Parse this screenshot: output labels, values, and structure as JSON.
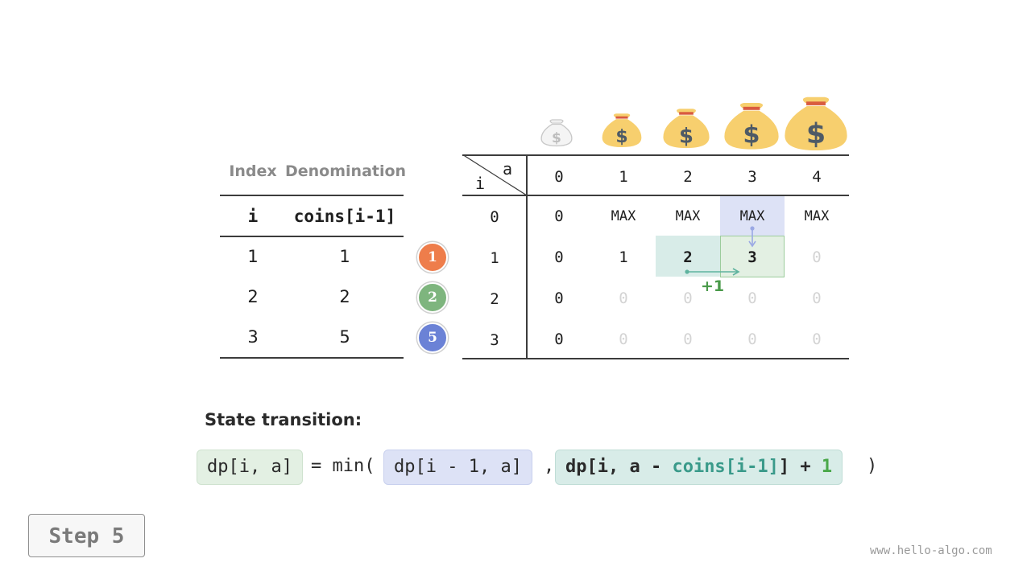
{
  "left_table": {
    "headers": [
      "Index",
      "Denomination"
    ],
    "subheaders": [
      "i",
      "coins[i-1]"
    ],
    "rows": [
      {
        "index": "1",
        "denom": "1"
      },
      {
        "index": "2",
        "denom": "2"
      },
      {
        "index": "3",
        "denom": "5"
      }
    ]
  },
  "coins": [
    {
      "label": "1",
      "color": "#ee7d4b"
    },
    {
      "label": "2",
      "color": "#7eb57e"
    },
    {
      "label": "5",
      "color": "#6b82d6"
    }
  ],
  "dp_table": {
    "corner_col_label": "a",
    "corner_row_label": "i",
    "col_headers": [
      "0",
      "1",
      "2",
      "3",
      "4"
    ],
    "row_headers": [
      "0",
      "1",
      "2",
      "3"
    ],
    "rows": [
      [
        "0",
        "MAX",
        "MAX",
        "MAX",
        "MAX"
      ],
      [
        "0",
        "1",
        "2",
        "3",
        "0"
      ],
      [
        "0",
        "0",
        "0",
        "0",
        "0"
      ],
      [
        "0",
        "0",
        "0",
        "0",
        "0"
      ]
    ],
    "plus_label": "+1",
    "colors": {
      "top_highlight": "#dde2f6",
      "left_highlight": "#d8ece8",
      "target_highlight": "#e3f0e3",
      "target_border": "#9ccc9c",
      "plus_color": "#4a9a4a"
    }
  },
  "formula": {
    "title": "State transition:",
    "lhs": "dp[i, a]",
    "eq_min": "= min(",
    "arg1": "dp[i - 1, a]",
    "comma": ",",
    "arg2_prefix": "dp[i, a - ",
    "arg2_coins": "coins[i-1]",
    "arg2_mid": "] + ",
    "arg2_one": "1",
    "close": ")"
  },
  "step_label": "Step 5",
  "watermark": "www.hello-algo.com"
}
